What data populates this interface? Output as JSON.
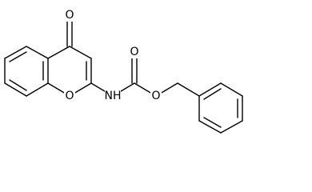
{
  "molecule": {
    "atom_labels": {
      "ketone_oxygen": "O",
      "ring_oxygen": "O",
      "amide_nitrogen": "NH",
      "carbonyl_oxygen": "O",
      "ester_oxygen": "O"
    }
  }
}
